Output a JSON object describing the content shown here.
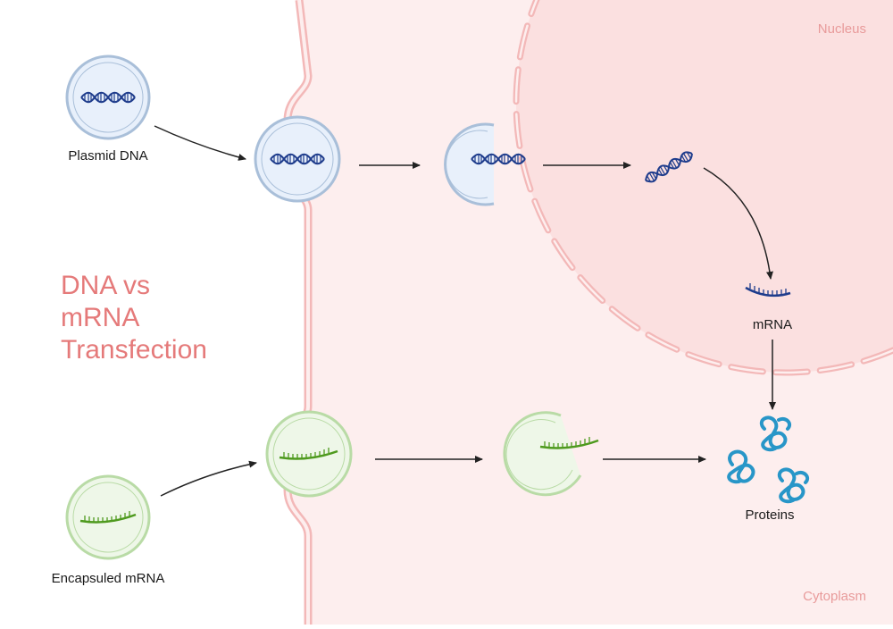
{
  "title": {
    "line1": "DNA vs",
    "line2": "mRNA",
    "line3": "Transfection"
  },
  "regions": {
    "nucleus": "Nucleus",
    "cytoplasm": "Cytoplasm"
  },
  "labels": {
    "plasmid_dna": "Plasmid DNA",
    "encapsuled_mrna": "Encapsuled mRNA",
    "mrna": "mRNA",
    "proteins": "Proteins"
  },
  "colors": {
    "title": "#e57a7a",
    "region_label": "#e89a9a",
    "cytoplasm_fill": "#fdeeee",
    "nucleus_fill": "#fbe0e0",
    "membrane": "#f3b8b8",
    "dna_vesicle_fill": "#e8f0fb",
    "dna_vesicle_stroke": "#a9bfd9",
    "dna_helix": "#1e3c8c",
    "mrna_vesicle_fill": "#eef7e8",
    "mrna_vesicle_stroke": "#b9dba6",
    "mrna_strand": "#4e9a1e",
    "protein": "#2896c8",
    "arrow": "#222222"
  }
}
